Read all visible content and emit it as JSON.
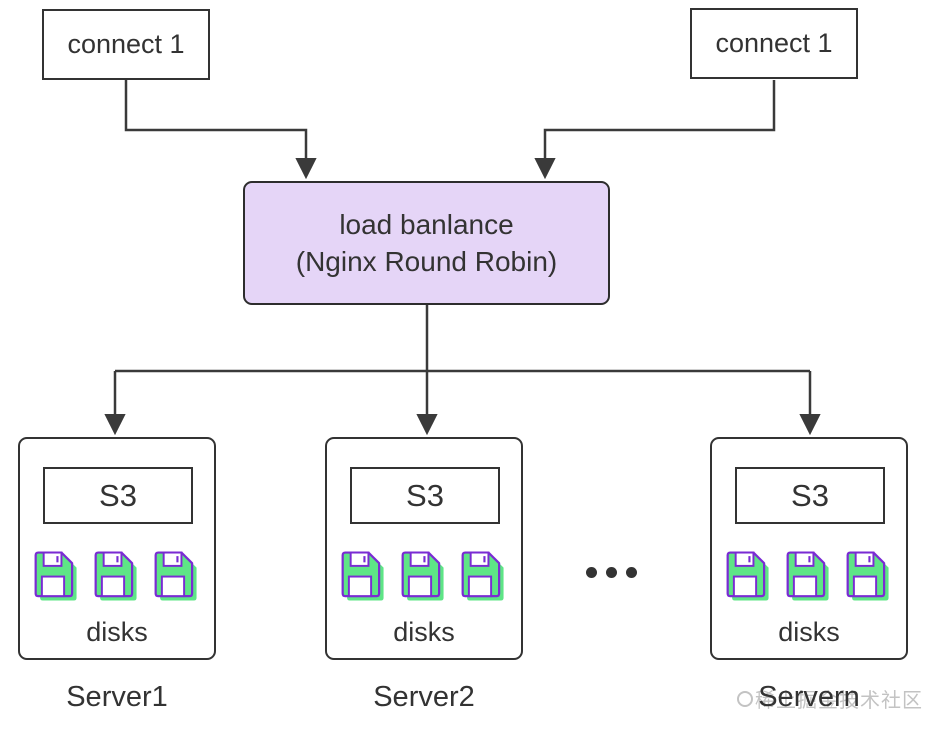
{
  "diagram": {
    "clients": [
      {
        "label": "connect 1"
      },
      {
        "label": "connect 1"
      }
    ],
    "load_balancer": {
      "title": "load banlance",
      "subtitle": "(Nginx Round Robin)"
    },
    "servers": [
      {
        "name": "Server1",
        "storage": "S3",
        "disks_label": "disks",
        "disk_count": 3
      },
      {
        "name": "Server2",
        "storage": "S3",
        "disks_label": "disks",
        "disk_count": 3
      },
      {
        "name": "Servern",
        "storage": "S3",
        "disks_label": "disks",
        "disk_count": 3
      }
    ],
    "watermark": "稀土掘金技术社区"
  },
  "colors": {
    "line": "#3a3a3a",
    "load_balancer_fill": "#e5d5f7",
    "disk_green": "#5ee586",
    "disk_purple": "#7a2bd3",
    "text": "#333333",
    "watermark": "#afafaf"
  }
}
